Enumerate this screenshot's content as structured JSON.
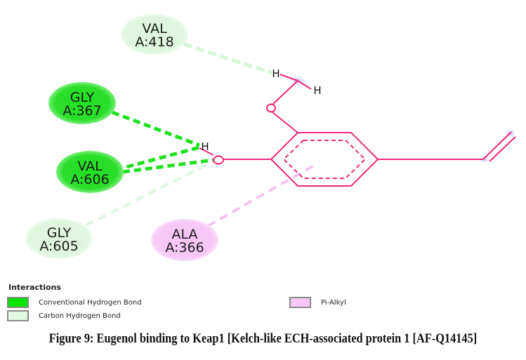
{
  "residues": [
    {
      "id": "val418",
      "name": "VAL",
      "chain_pos": "A:418",
      "interaction": "carbon_hydrogen_bond"
    },
    {
      "id": "gly367",
      "name": "GLY",
      "chain_pos": "A:367",
      "interaction": "conventional_hydrogen_bond"
    },
    {
      "id": "val606",
      "name": "VAL",
      "chain_pos": "A:606",
      "interaction": "conventional_hydrogen_bond"
    },
    {
      "id": "gly605",
      "name": "GLY",
      "chain_pos": "A:605",
      "interaction": "carbon_hydrogen_bond"
    },
    {
      "id": "ala366",
      "name": "ALA",
      "chain_pos": "A:366",
      "interaction": "pi_alkyl"
    }
  ],
  "ligand_atoms": {
    "h1": "H",
    "h2": "H",
    "h3": "H",
    "o1": "O",
    "o2": "O"
  },
  "colors": {
    "conventional_hydrogen_bond": "#1fe01f",
    "carbon_hydrogen_bond": "#ddf7dd",
    "pi_alkyl": "#f7c8f7",
    "ligand": "#f0287a"
  },
  "legend": {
    "title": "Interactions",
    "items": [
      {
        "label": "Conventional Hydrogen Bond",
        "color": "#00e600"
      },
      {
        "label": "Carbon Hydrogen Bond",
        "color": "#e0fae0"
      },
      {
        "label": "Pi-Alkyl",
        "color": "#fac8fa"
      }
    ]
  },
  "caption": "Figure 9: Eugenol binding to Keap1 [Kelch-like ECH-associated protein 1 [AF-Q14145]"
}
